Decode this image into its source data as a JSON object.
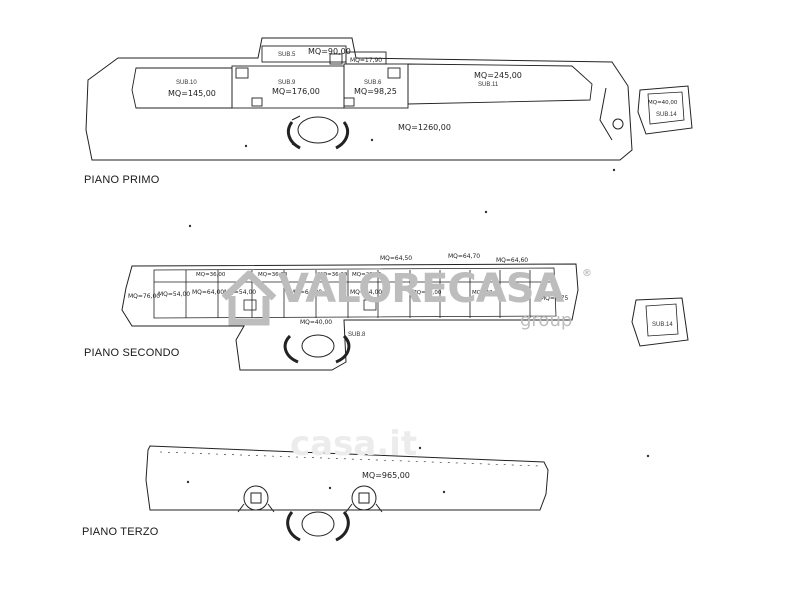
{
  "floors": {
    "primo": {
      "title": "PIANO PRIMO",
      "subs": [
        "SUB.5",
        "SUB.10",
        "SUB.9",
        "SUB.6",
        "SUB.11",
        "SUB.14"
      ],
      "areas": [
        "MQ=90,00",
        "MQ=17,90",
        "MQ=145,00",
        "MQ=176,00",
        "MQ=98,25",
        "MQ=245,00",
        "MQ=1260,00",
        "MQ=40,00"
      ]
    },
    "secondo": {
      "title": "PIANO SECONDO",
      "subs": [
        "SUB.8",
        "SUB.14"
      ],
      "areas": [
        "MQ=76,00",
        "MQ=54,00",
        "MQ=64,00",
        "MQ=54,00",
        "MQ=36,00",
        "MQ=36,00",
        "MQ=64,00",
        "MQ=64,00",
        "MQ=64,50",
        "MQ=64,70",
        "MQ=64,60",
        "MQ=32,00",
        "MQ=8,75",
        "MQ=36,00",
        "MQ=28,00",
        "MQ=42,00",
        "MQ=40,00"
      ]
    },
    "terzo": {
      "title": "PIANO TERZO",
      "areas": [
        "MQ=965,00"
      ]
    }
  },
  "watermark": {
    "brand": "VALORECASA",
    "tagline": "group",
    "mark": "®",
    "faint_text": "casa.it"
  }
}
